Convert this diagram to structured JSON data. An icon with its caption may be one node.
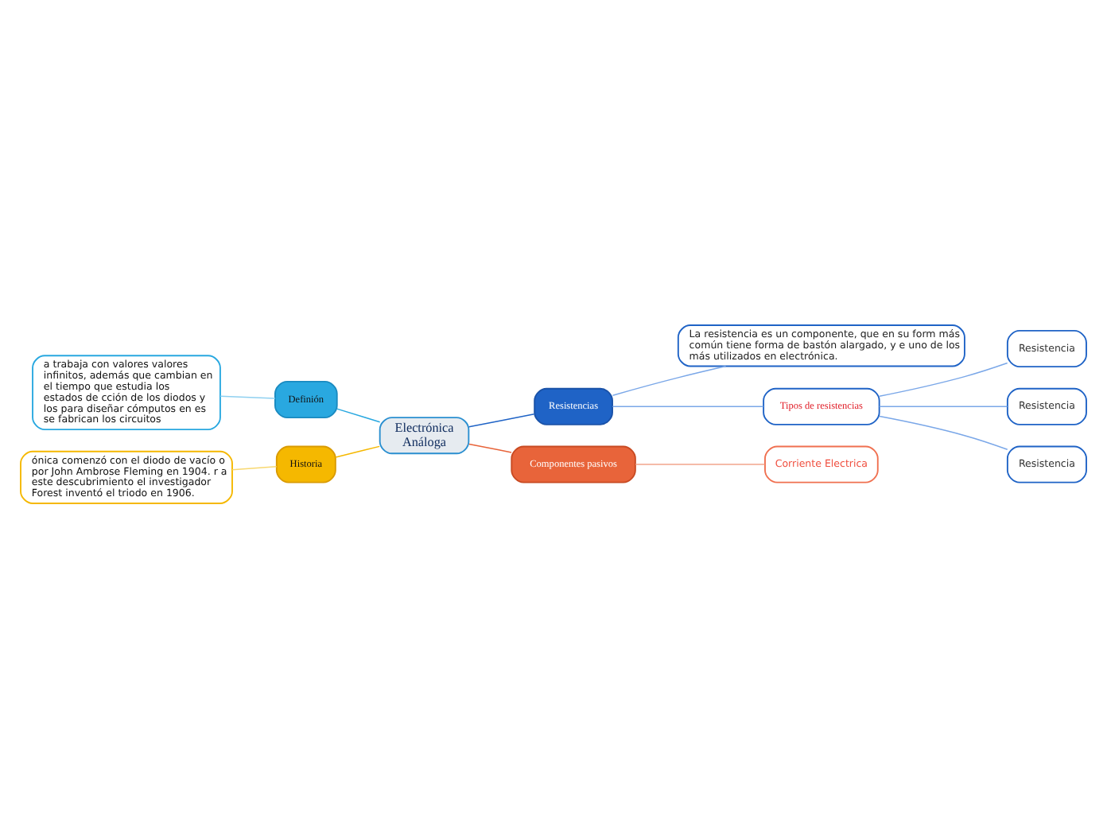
{
  "diagram": {
    "nodes": [
      {
        "text": [
          "Electrónica Análoga"
        ]
      },
      {
        "text": [
          "Resistencias"
        ]
      },
      {
        "text": [
          "La resistencia es un componente, que en su form más común tiene forma de bastón alargado, y e uno de los más utilizados en electrónica."
        ]
      },
      {
        "text": [
          "Tipos de resistencias"
        ]
      },
      {
        "text": [
          "Resistencia"
        ]
      },
      {
        "text": [
          "Resistencia"
        ]
      },
      {
        "text": [
          "Resistencia"
        ]
      },
      {
        "text": [
          "Definión"
        ]
      },
      {
        "text": [
          "a trabaja con valores valores infinitos, además que cambian en el tiempo que estudia los estados de cción de los diodos y los para diseñar cómputos en es se fabrican los circuitos"
        ]
      },
      {
        "text": [
          "Historia"
        ]
      },
      {
        "text": [
          "ónica comenzó con el diodo de vacío o por John Ambrose Fleming en 1904. r a este descubrimiento el investigador Forest inventó el triodo en 1906."
        ]
      },
      {
        "text": [
          "Componentes pasivos"
        ]
      },
      {
        "text": [
          "Corriente Electrica"
        ]
      }
    ],
    "edges": [
      {
        "from": 0,
        "to": 1,
        "arrow": "none",
        "color": "#1f63c6"
      },
      {
        "from": 1,
        "to": 2,
        "arrow": "none"
      },
      {
        "from": 1,
        "to": 3,
        "arrow": "none"
      },
      {
        "from": 3,
        "to": 4,
        "arrow": "none"
      },
      {
        "from": 3,
        "to": 5,
        "arrow": "none"
      },
      {
        "from": 3,
        "to": 6,
        "arrow": "none"
      },
      {
        "from": 0,
        "to": 7,
        "arrow": "none",
        "color": "#29a8e0"
      },
      {
        "from": 7,
        "to": 8,
        "arrow": "none",
        "color": "#8fd0f0"
      },
      {
        "from": 0,
        "to": 9,
        "arrow": "none",
        "color": "#f5b800"
      },
      {
        "from": 9,
        "to": 10,
        "arrow": "none",
        "color": "#f8d870"
      },
      {
        "from": 0,
        "to": 11,
        "arrow": "none",
        "color": "#e8643a"
      },
      {
        "from": 11,
        "to": 12,
        "arrow": "none",
        "color": "#f2a58c"
      }
    ]
  }
}
